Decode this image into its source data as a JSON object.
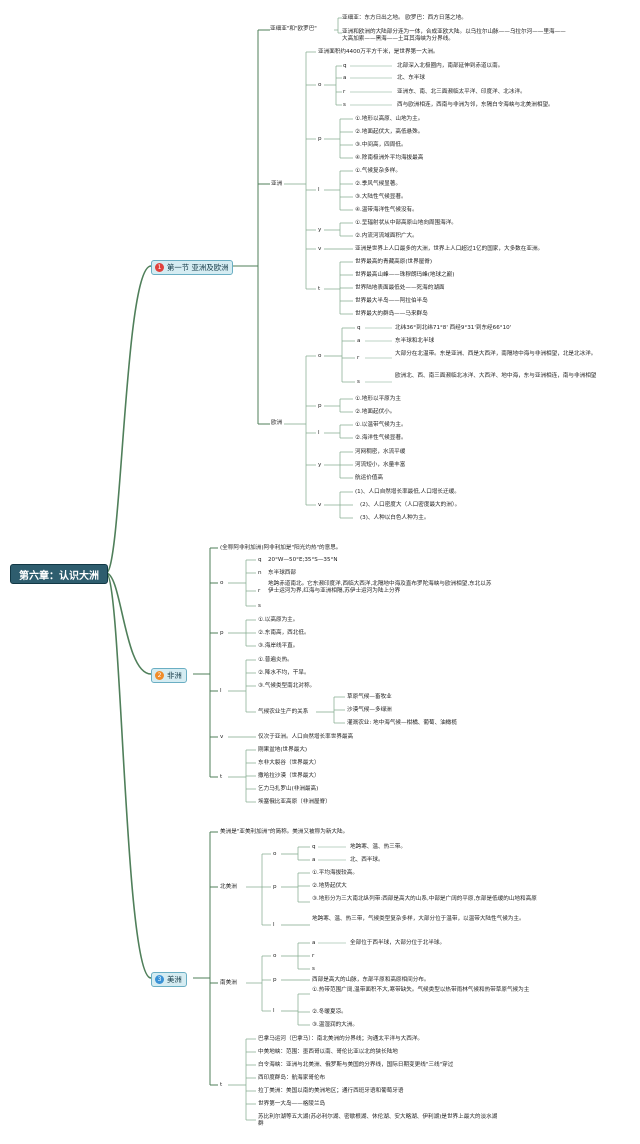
{
  "root": "第六章：认识大洲",
  "sections": [
    {
      "num": "1",
      "title": "第一节  亚洲及欧洲",
      "color": "#e0413d"
    },
    {
      "num": "2",
      "title": "非洲",
      "color": "#f08c2a"
    },
    {
      "num": "3",
      "title": "美洲",
      "color": "#3a92d6"
    }
  ],
  "s1": {
    "yaouya": "亚细亚\"和\"欧罗巴\"",
    "yaouya_a": "亚细亚：东方日出之地。  欧罗巴：西方日落之地。",
    "yaouya_b": "亚洲和欧洲的大陆部分连为一体，合成亚欧大陆。以乌拉尔山脉——乌拉尔河——里海——大高加索——黑海——土耳其海峡为分界线。",
    "asia": "亚洲",
    "asia_area": "亚洲面积约4400万平方千米，是世界第一大洲。",
    "asia_o": "o",
    "asia_o_items": [
      {
        "k": "q",
        "v": "北部深入北极圈内，南部延伸到赤道以南。"
      },
      {
        "k": "a",
        "v": "北、东半球"
      },
      {
        "k": "r",
        "v": "亚洲东、南、北三面濒临太平洋、印度洋、北冰洋。"
      },
      {
        "k": "s",
        "v": "西与欧洲相连，西南与非洲为邻，东隔白令海峡与北美洲相望。"
      }
    ],
    "asia_p": "p",
    "asia_p_items": [
      "①.地形以高原、山地为主。",
      "②.地面起伏大，高低悬殊。",
      "③.中间高，四周低。",
      "④.除南极洲外平均海拔最高"
    ],
    "asia_l": "l",
    "asia_l_items": [
      "①.气候复杂多样。",
      "②.季风气候显著。",
      "③.大陆性气候显著。",
      "④.温带海洋性气候没有。"
    ],
    "asia_y": "y",
    "asia_y_items": [
      "①.呈辐射状从中部高原山地向周围海洋。",
      "②.内流河流域面积广大。"
    ],
    "asia_v": "v",
    "asia_v_text": "亚洲是世界上人口最多的大洲，世界上人口超过1亿的国家，大多数在亚洲。",
    "asia_t": "t",
    "asia_t_items": [
      "世界最高的青藏高原(世界屋脊)",
      "世界最高山峰——珠穆朗玛峰(地球之巅)",
      "世界陆地表面最低处——死海的湖面",
      "世界最大半岛——阿拉伯半岛",
      "世界最大的群岛——马来群岛"
    ],
    "europe": "欧洲",
    "eu_o": "o",
    "eu_o_items": [
      {
        "k": "q",
        "v": "北纬36°到北纬71°8' 西经9°31'到东经66°10'"
      },
      {
        "k": "a",
        "v": "东半球和北半球"
      },
      {
        "k": "r",
        "v": "大部分在北温带。东是亚洲、西是大西洋，南隔地中海与非洲相望，北是北冰洋。"
      },
      {
        "k": "s",
        "v": "欧洲北、西、南三面濒临北冰洋、大西洋、地中海，东与亚洲相连，南与非洲相望"
      }
    ],
    "eu_p": "p",
    "eu_p_items": [
      "①.地形以平原为主",
      "②.地面起伏小。"
    ],
    "eu_l": "l",
    "eu_l_items": [
      "①.以温带气候为主。",
      "②.海洋性气候显著。"
    ],
    "eu_y": "y",
    "eu_y_items": [
      "河网稠密，水流平缓",
      "河流短小，水量丰富",
      "航运价值高"
    ],
    "eu_v": "v",
    "eu_v_items": [
      "(1)、人口自然增长率最低,人口增长迂缓。",
      "(2)、人口密度大（人口密度最大的洲）。",
      "(3)、人种以白色人种为主。"
    ]
  },
  "s2": {
    "name_text": "(全称阿非利加洲)阿非利加是\"阳光灼热\"的意思。",
    "o": "o",
    "o_items": [
      {
        "k": "q",
        "v": "20°W—50°E;35°S—35°N"
      },
      {
        "k": "n",
        "v": "东半球西部"
      },
      {
        "k": "r",
        "v": "地跨赤道南北。它东濒印度洋,西临大西洋,北隔地中海及直布罗陀海峡与欧洲相望,东北以苏伊士运河为界,红海与亚洲相隔,苏伊士运河为陆上分界"
      },
      {
        "k": "s",
        "v": ""
      }
    ],
    "p": "p",
    "p_items": [
      "①.以高原为主。",
      "②.东南高，西北低。",
      "③.海岸线平直。"
    ],
    "l": "l",
    "l_items": [
      "①.普遍炎热。",
      "②.降水不均，干旱。",
      "③.气候类型南北对称。"
    ],
    "agri_label": "气候农业生产的关系",
    "agri_items": [
      "草原气候—畜牧业",
      "沙漠气候—多绿洲",
      "灌溉农业: 地中海气候—柑橘、葡萄、油橄榄"
    ],
    "v": "v",
    "v_text": "仅次于亚洲。人口自然增长率世界最高",
    "t": "t",
    "t_items": [
      "刚果盆地(世界最大)",
      "东非大裂谷（世界最大）",
      "撒哈拉沙漠（世界最大）",
      "乞力马扎罗山(非洲最高)",
      "埃塞俄比亚高原（非洲屋脊）"
    ]
  },
  "s3": {
    "name_text": "美洲是\"亚美利加洲\"的简称。美洲又被称为新大陆。",
    "na": "北美洲",
    "na_o": "o",
    "na_o_items": [
      {
        "k": "q",
        "v": "地跨寒、温、热三带。"
      },
      {
        "k": "a",
        "v": "北、西半球。"
      }
    ],
    "na_p": "p",
    "na_p_items": [
      "①.平均海拔较高。",
      "②.地势起伏大",
      "③.地形分为三大南北纵列带:西部是高大的山系,中部是广阔的平原,东部是低缓的山地和高原"
    ],
    "na_l": "l",
    "na_l_text": "地跨寒、温、热三带，气候类型复杂多样，大部分位于温带，以温带大陆性气候为主。",
    "sa": "南美洲",
    "sa_o": "o",
    "sa_o_items": [
      {
        "k": "a",
        "v": "全部位于西半球，大部分位于北半球。"
      },
      {
        "k": "r",
        "v": ""
      },
      {
        "k": "s",
        "v": ""
      }
    ],
    "sa_p": "p",
    "sa_p_text": "西部是高大的山脉，东部平原和高原相间分布。",
    "sa_l": "l",
    "sa_l_items": [
      "①.热带范围广阔,温带面积不大,寒带缺失。气候类型以热带雨林气候和热带草原气候为主",
      "②.冬暖夏凉。",
      "③.温湿润的大洲。"
    ],
    "t": "t",
    "t_items": [
      "巴拿马运河（巴拿马）：南北美洲的分界线；沟通太平洋与大西洋。",
      "中美地峡：范围：墨西哥以南、哥伦比亚以北的狭长陆地",
      "白令海峡：亚洲与北美洲、俄罗斯与美国的分界线，国际日期变更线\"三线\"穿过",
      "西印度群岛：航海家哥伦布",
      "拉丁美洲：美国以南的美洲地区；通行西班牙语和葡萄牙语",
      "世界第一大岛——格陵兰岛",
      "苏比利尔湖等五大湖(苏必利尔湖、密歇根湖、休伦湖、安大略湖、伊利湖)是世界上最大的淡水湖群"
    ]
  }
}
